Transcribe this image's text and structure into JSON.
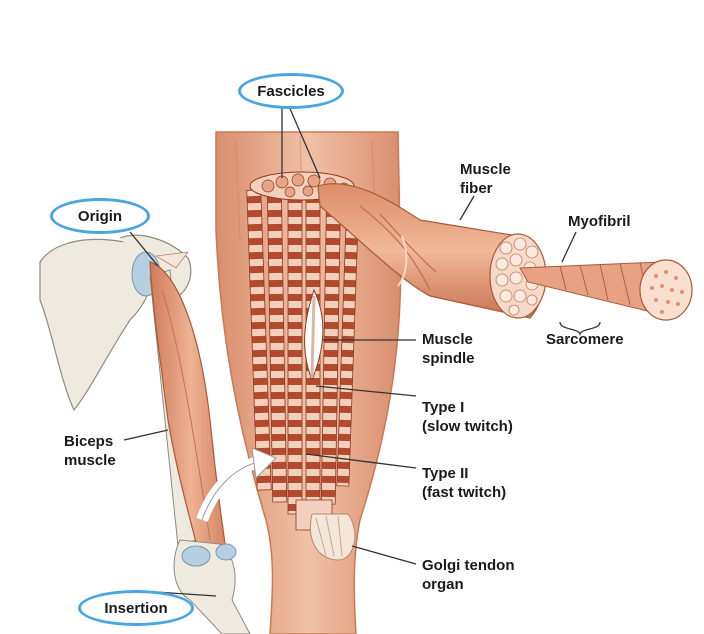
{
  "labels": {
    "fascicles": "Fascicles",
    "origin": "Origin",
    "insertion": "Insertion",
    "muscle_fiber": [
      "Muscle",
      "fiber"
    ],
    "myofibril": "Myofibril",
    "sarcomere": "Sarcomere",
    "muscle_spindle": [
      "Muscle",
      "spindle"
    ],
    "type_1": [
      "Type I",
      "(slow twitch)"
    ],
    "type_2": [
      "Type II",
      "(fast twitch)"
    ],
    "golgi": [
      "Golgi tendon",
      "organ"
    ],
    "biceps": [
      "Biceps",
      "muscle"
    ]
  },
  "colors": {
    "highlight_ring": "#4aa6e0",
    "muscle": "#e4a183",
    "muscle_dark": "#b8613f",
    "fiber_stripe": "#a8432a",
    "bone": "#efeae0",
    "cartilage": "#b7cfe0",
    "leader": "#333333"
  }
}
